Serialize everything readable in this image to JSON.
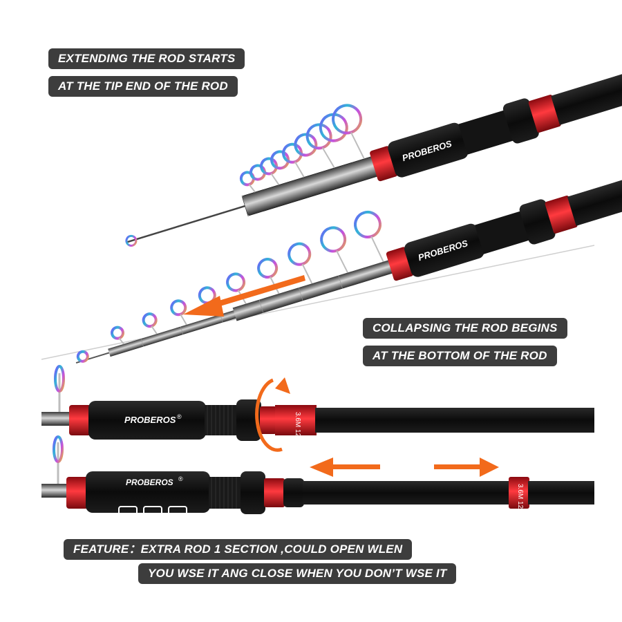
{
  "captions": {
    "extend_line1": "EXTENDING THE ROD STARTS",
    "extend_line2": "AT THE TIP END OF THE ROD",
    "collapse_line1": "COLLAPSING THE ROD BEGINS",
    "collapse_line2": "AT THE BOTTOM OF THE ROD",
    "feature_line1": "FEATURE：EXTRA ROD 1 SECTION ,COULD OPEN WLEN",
    "feature_line2": "YOU WSE IT ANG CLOSE WHEN YOU DON’T WSE IT"
  },
  "brand": "PROBEROS",
  "registered_mark": "®",
  "rod_spec": "3.6M 12'",
  "colors": {
    "label_bg": "#3d3d3d",
    "rod_black": "#101010",
    "accent_red": "#d4141c",
    "arrow_orange": "#f26a1b"
  }
}
